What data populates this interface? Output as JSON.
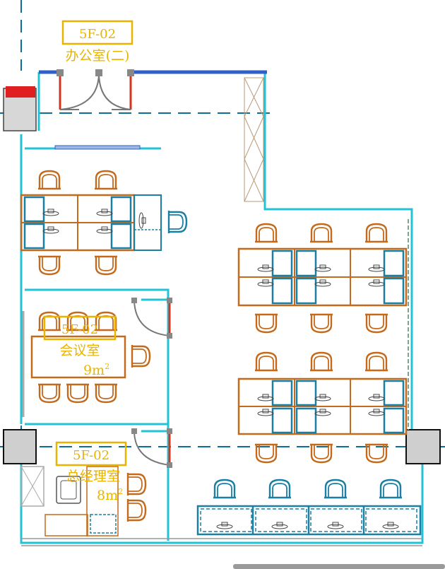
{
  "colors": {
    "wall": "#22c3d6",
    "window": "#2f5fc9",
    "furniture": "#c46a1c",
    "workstation": "#1b7ea3",
    "door": "#d0361f",
    "label": "#e8b400",
    "axis": "#0e6f96",
    "column": "#cfcfcf"
  },
  "rooms": {
    "office2": {
      "code": "5F-02",
      "name": "办公室(二)"
    },
    "meeting": {
      "code": "5F-02",
      "name": "会议室",
      "area_value": "9m",
      "area_sup": "2"
    },
    "gm": {
      "code": "5F-02",
      "name": "总经理室",
      "area_value": "8m",
      "area_sup": "2"
    }
  },
  "icons": [
    "chair-icon",
    "desk-icon",
    "phone-icon",
    "door-swing-icon",
    "column-icon"
  ]
}
